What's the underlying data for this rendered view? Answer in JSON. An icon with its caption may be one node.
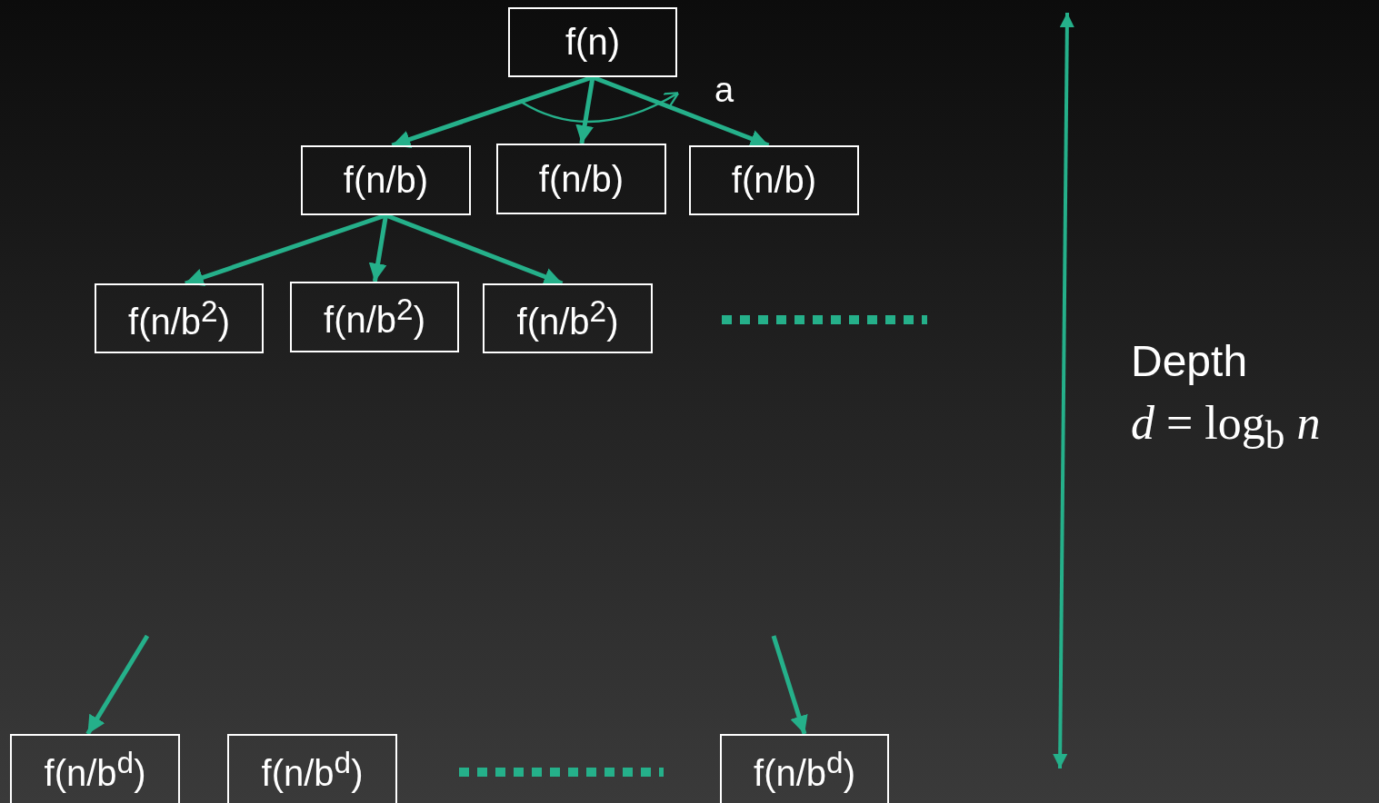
{
  "diagram": {
    "nodes": [
      {
        "text": [
          "f(n)"
        ]
      },
      {
        "text": [
          "f(n/b)"
        ]
      },
      {
        "text": [
          "f(n/b)"
        ]
      },
      {
        "text": [
          "f(n/b)"
        ]
      },
      {
        "text": [
          "f(n/b$^{2}$)"
        ]
      },
      {
        "text": [
          "f(n/b$^{2}$)"
        ]
      },
      {
        "text": [
          "f(n/b$^{2}$)"
        ]
      },
      {
        "text": [
          "f(n/b$^{d}$)"
        ]
      },
      {
        "text": [
          "f(n/b$^{d}$)"
        ]
      },
      {
        "text": [
          "f(n/b$^{d}$)"
        ]
      }
    ],
    "edges": [
      {
        "from": 0,
        "to": 1,
        "arrow": "to"
      },
      {
        "from": 0,
        "to": 2,
        "arrow": "to"
      },
      {
        "from": 0,
        "to": 3,
        "arrow": "to"
      },
      {
        "from": 1,
        "to": 4,
        "arrow": "to"
      },
      {
        "from": 1,
        "to": 5,
        "arrow": "to"
      },
      {
        "from": 1,
        "to": 6,
        "arrow": "to"
      },
      {
        "from": null,
        "to": 7,
        "arrow": "to"
      },
      {
        "from": null,
        "to": 9,
        "arrow": "to"
      }
    ],
    "labels": [
      "a",
      "Depth",
      "*d* = log$_{b}$ *n*"
    ]
  }
}
